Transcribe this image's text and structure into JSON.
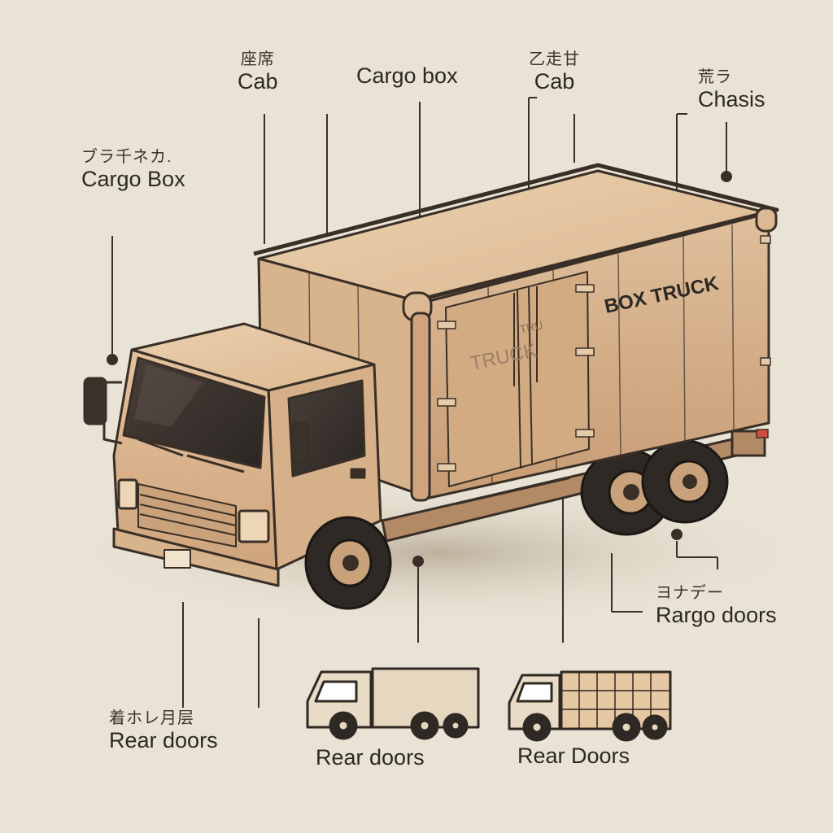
{
  "labels": {
    "cab_left": {
      "jp": "座席",
      "en": "Cab"
    },
    "cargo_box_top": {
      "en": "Cargo box"
    },
    "cab_center": {
      "jp": "乙走甘",
      "en": "Cab"
    },
    "chasis": {
      "jp": "荒ラ",
      "en": "Chasis"
    },
    "cargo_box_left": {
      "jp": "ブラ千ネカ.",
      "en": "Cargo Box"
    },
    "rargo_doors": {
      "jp": "ヨナデー",
      "en": "Rargo doors"
    },
    "rear_doors_left": {
      "jp": "着ホレ月层",
      "en": "Rear doors"
    }
  },
  "truck": {
    "side_text": "BOX TRUCK",
    "door_text_top": "TRU",
    "door_text": "TRUCK"
  },
  "thumbnails": {
    "left_label": "Rear doors",
    "right_label": "Rear Doors"
  },
  "colors": {
    "background": "#e9e3d5",
    "box": "#dcb994",
    "box_dark": "#c9a17a",
    "outline": "#3a2f27",
    "wheel": "#2e2925"
  }
}
